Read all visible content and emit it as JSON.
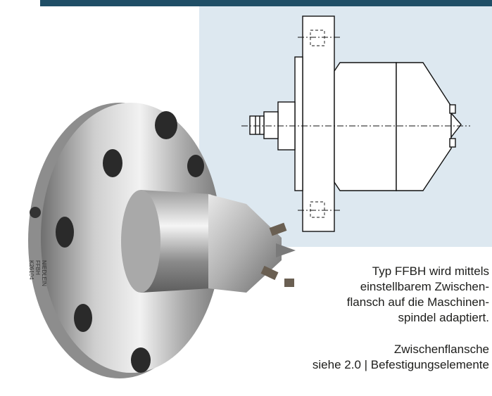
{
  "caption": {
    "lines": [
      "Typ FFBH wird mittels",
      "einstellbarem Zwischen-",
      "flansch auf die Maschinen-",
      "spindel adaptiert."
    ]
  },
  "reference": {
    "line1": "Zwischenflansche",
    "line2": "siehe 2.0 | Befestigungselemente"
  },
  "product_marking": {
    "brand": "NIEDLEIN",
    "model": "FFBH",
    "code": "K26104"
  },
  "colors": {
    "top_bar": "#1f4e66",
    "drawing_panel": "#dde8f0",
    "text": "#1d1d1b"
  }
}
